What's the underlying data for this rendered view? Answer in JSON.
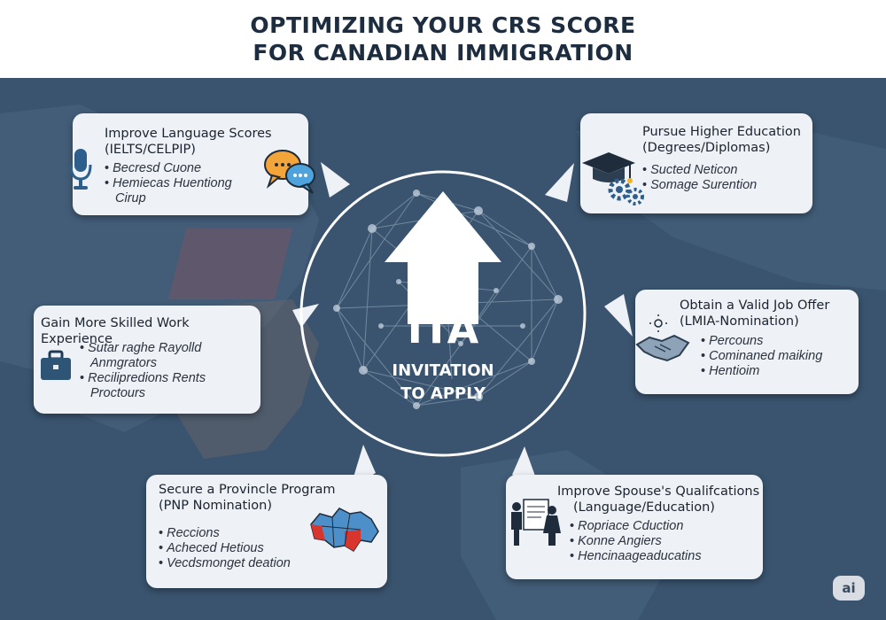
{
  "title": {
    "line1": "OPTIMIZING YOUR CRS SCORE",
    "line2": "FOR CANADIAN IMMIGRATION"
  },
  "center": {
    "big": "ITA",
    "sub1": "INVITATION",
    "sub2": "TO APPLY"
  },
  "cards": {
    "language": {
      "title1": "Improve Language Scores",
      "title2": "(IELTS/CELPIP)",
      "b1": "Becresd Cuone",
      "b2": "Hemiecas Huentiong",
      "b2cont": "Cirup"
    },
    "education": {
      "title1": "Pursue Higher Education",
      "title2": "(Degrees/Diplomas)",
      "b1": "Sucted Neticon",
      "b2": "Somage Surention"
    },
    "work": {
      "title1": "Gain More Skilled Work Experience",
      "b1": "Sutar raghe Rayolld",
      "b1cont": "Anmgrators",
      "b2": "Recilipredions Rents",
      "b2cont": "Proctours"
    },
    "job": {
      "title1": "Obtain a Valid Job Offer",
      "title2": "(LMIA-Nomination)",
      "b1": "Percouns",
      "b2": "Cominaned maiking",
      "b3": "Hentioim"
    },
    "pnp": {
      "title1": "Secure a Provincle Program",
      "title2": "(PNP Nomination)",
      "b1": "Reccions",
      "b2": "Acheced Hetious",
      "b3": "Vecdsmonget deation"
    },
    "spouse": {
      "title1": "Improve Spouse's Qualifcations",
      "title2": "(Language/Education)",
      "b1": "Ropriace Cduction",
      "b2": "Konne Angiers",
      "b3": "Hencinaageaducatins"
    }
  },
  "badge": "ai",
  "icons": [
    "microphone-icon",
    "chat-bubbles-icon",
    "graduation-cap-icon",
    "gears-icon",
    "briefcase-icon",
    "handshake-icon",
    "canada-map-icon",
    "family-document-icon",
    "up-arrow-icon"
  ],
  "colors": {
    "background": "#3a546f",
    "card": "#eef1f5",
    "title": "#1d2d3f",
    "accent_red": "#d9352f"
  }
}
